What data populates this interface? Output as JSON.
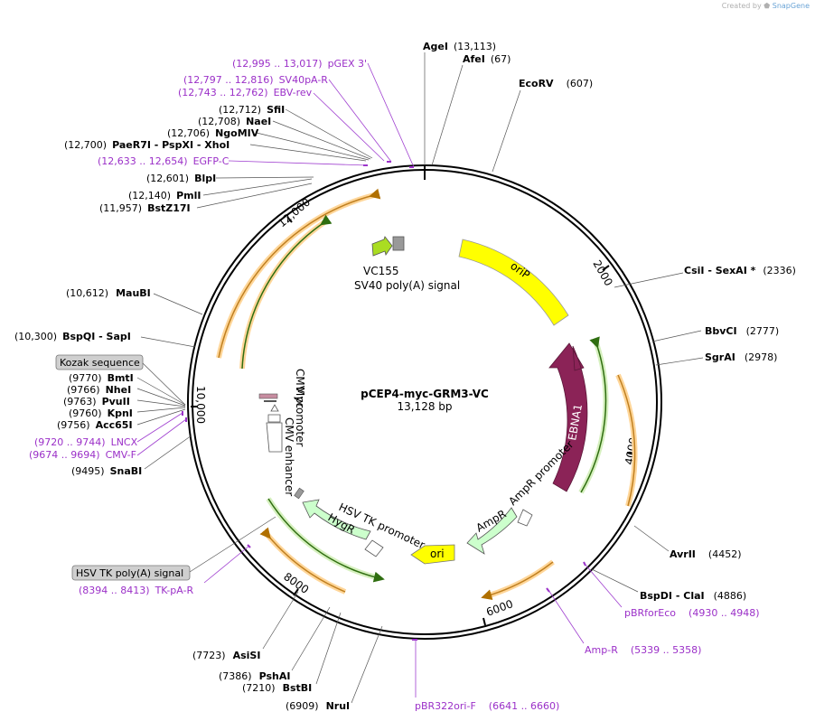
{
  "credit": {
    "prefix": "Created by",
    "brand": "SnapGene"
  },
  "plasmid": {
    "name": "pCEP4-myc-GRM3-VC",
    "length_label": "13,128 bp"
  },
  "ticks": [
    "2000",
    "4000",
    "6000",
    "8000",
    "10,000",
    "12,000"
  ],
  "enzymes": [
    {
      "name": "AgeI",
      "pos": "(13,113)"
    },
    {
      "name": "AfeI",
      "pos": "(67)"
    },
    {
      "name": "EcoRV",
      "pos": "(607)"
    },
    {
      "name": "CsiI - SexAI *",
      "pos": "(2336)"
    },
    {
      "name": "BbvCI",
      "pos": "(2777)"
    },
    {
      "name": "SgrAI",
      "pos": "(2978)"
    },
    {
      "name": "AvrII",
      "pos": "(4452)"
    },
    {
      "name": "BspDI - ClaI",
      "pos": "(4886)"
    },
    {
      "name": "AsiSI",
      "pos": "(7723)"
    },
    {
      "name": "PshAI",
      "pos": "(7386)"
    },
    {
      "name": "BstBI",
      "pos": "(7210)"
    },
    {
      "name": "NruI",
      "pos": "(6909)"
    },
    {
      "name": "SnaBI",
      "pos": "(9495)"
    },
    {
      "name": "Acc65I",
      "pos": "(9756)"
    },
    {
      "name": "KpnI",
      "pos": "(9760)"
    },
    {
      "name": "PvuII",
      "pos": "(9763)"
    },
    {
      "name": "NheI",
      "pos": "(9766)"
    },
    {
      "name": "BmtI",
      "pos": "(9770)"
    },
    {
      "name": "BspQI - SapI",
      "pos": "(10,300)"
    },
    {
      "name": "MauBI",
      "pos": "(10,612)"
    },
    {
      "name": "BstZ17I",
      "pos": "(11,957)"
    },
    {
      "name": "PmlI",
      "pos": "(12,140)"
    },
    {
      "name": "BlpI",
      "pos": "(12,601)"
    },
    {
      "name": "PaeR7I - PspXI - XhoI",
      "pos": "(12,700)"
    },
    {
      "name": "NgoMIV",
      "pos": "(12,706)"
    },
    {
      "name": "NaeI",
      "pos": "(12,708)"
    },
    {
      "name": "SfiI",
      "pos": "(12,712)"
    }
  ],
  "primers": [
    {
      "name": "pGEX 3'",
      "range": "(12,995 .. 13,017)"
    },
    {
      "name": "SV40pA-R",
      "range": "(12,797 .. 12,816)"
    },
    {
      "name": "EBV-rev",
      "range": "(12,743 .. 12,762)"
    },
    {
      "name": "EGFP-C",
      "range": "(12,633 .. 12,654)"
    },
    {
      "name": "LNCX",
      "range": "(9720 .. 9744)"
    },
    {
      "name": "CMV-F",
      "range": "(9674 .. 9694)"
    },
    {
      "name": "TK-pA-R",
      "range": "(8394 .. 8413)"
    },
    {
      "name": "pBRforEco",
      "range": "(4930 .. 4948)"
    },
    {
      "name": "Amp-R",
      "range": "(5339 .. 5358)"
    },
    {
      "name": "pBR322ori-F",
      "range": "(6641 .. 6660)"
    }
  ],
  "callouts": [
    "Kozak sequence",
    "HSV TK poly(A) signal"
  ],
  "features": {
    "vc155": "VC155",
    "sv40pa": "SV40 poly(A) signal",
    "orip": "oriP",
    "ebna1": "EBNA1",
    "ampr_promoter": "AmpR promoter",
    "ampr": "AmpR",
    "ori": "ori",
    "hsvtk_promoter": "HSV TK promoter",
    "hygr": "HygR",
    "cmv_enhancer": "CMV enhancer",
    "cmv_promoter": "CMV promoter",
    "myc": "Myc"
  },
  "colors": {
    "backbone": "#000000",
    "orip": "#ffff00",
    "ebna1": "#8b2357",
    "orf_arrow": "#ffbb55",
    "orf_arrow_green": "#5aa02c",
    "hygr": "#ccffcc",
    "primer": "#9b30c8"
  }
}
